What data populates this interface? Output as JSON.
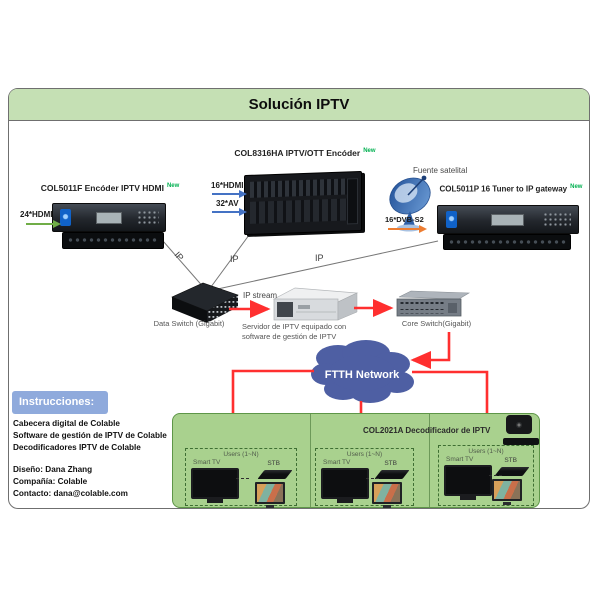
{
  "page": {
    "title": "Solución IPTV"
  },
  "encoder_hdmi": {
    "title": "COL5011F Encóder IPTV HDMI",
    "badge": "New",
    "input": "24*HDMI"
  },
  "encoder_ott": {
    "title": "COL8316HA IPTV/OTT Encóder",
    "badge": "New",
    "input_hdmi": "16*HDMI",
    "input_av": "32*AV"
  },
  "satellite": {
    "label": "Fuente satelital"
  },
  "gateway": {
    "title": "COL5011P 16 Tuner to IP gateway",
    "badge": "New",
    "input": "16*DVB-S2"
  },
  "network": {
    "ip_left": "IP",
    "ip_center": "IP",
    "ip_right": "IP",
    "data_switch": "Data Switch (Gigabit)",
    "ip_stream": "IP stream",
    "server_line1": "Servidor de IPTV equipado con",
    "server_line2": "software de gestión de IPTV",
    "core_switch": "Core Switch(Gigabit)",
    "cloud": "FTTH Network"
  },
  "decoders": {
    "title": "COL2021A Decodificador de IPTV",
    "users": "Users (1~N)",
    "stb": "STB",
    "tv": "Smart TV"
  },
  "instructions": {
    "header": "Instrucciones:",
    "line1": "Cabecera digital de Colable",
    "line2": "Software de gestión de IPTV de Colable",
    "line3": "Decodificadores IPTV de Colable",
    "line4": "Diseño: Dana Zhang",
    "line5": "Compañía: Colable",
    "line6": "Contacto: dana@colable.com"
  },
  "colors": {
    "header_green": "#c5e0b4",
    "panel_green": "#a9d18e",
    "panel_border": "#5e9648",
    "cloud_blue": "#4e5fa3",
    "arrow_red": "#ff2f2f",
    "instructions_blue": "#8faadc",
    "badge_green": "#00b050",
    "arrow_blue": "#4472c4",
    "arrow_green": "#70ad47",
    "arrow_orange": "#ed7d31"
  }
}
